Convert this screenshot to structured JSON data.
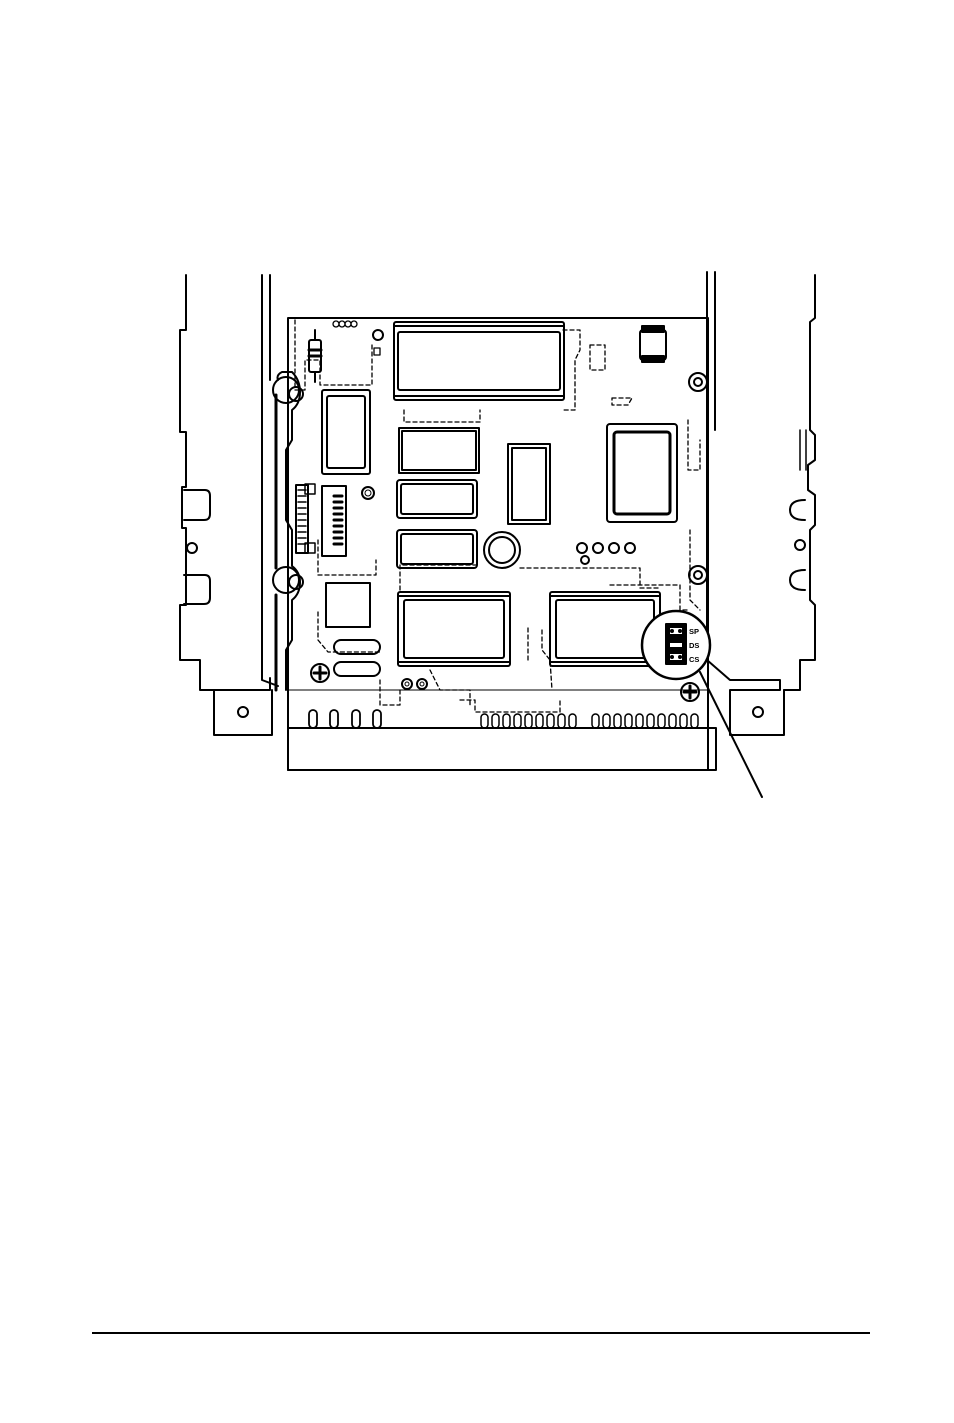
{
  "figure": {
    "jumper_labels": [
      "SP",
      "DS",
      "CS"
    ]
  },
  "colors": {
    "ink": "#000000",
    "paper": "#ffffff"
  }
}
